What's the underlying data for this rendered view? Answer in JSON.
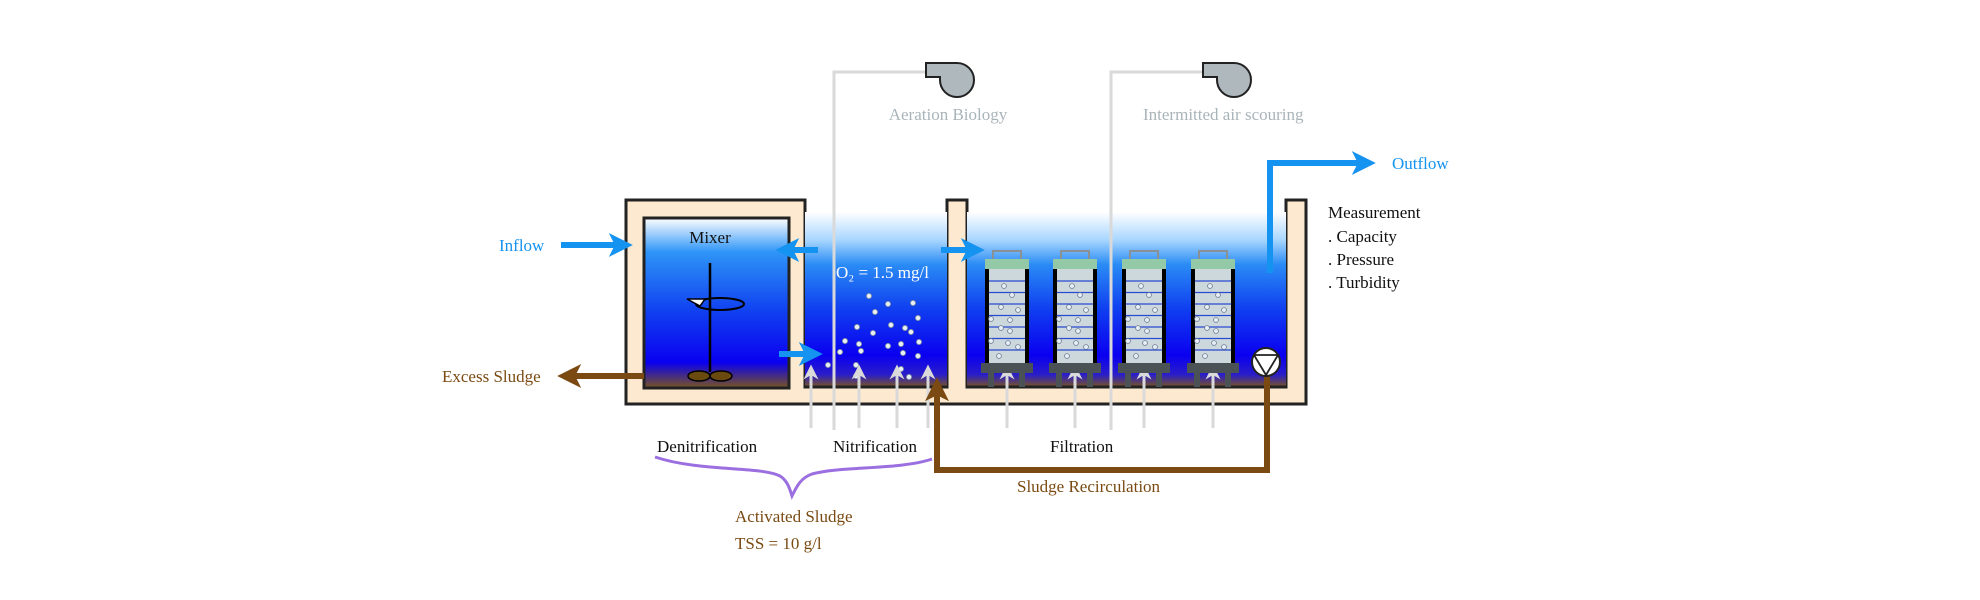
{
  "labels": {
    "inflow": "Inflow",
    "outflow": "Outflow",
    "excess_sludge": "Excess Sludge",
    "mixer": "Mixer",
    "oxygen": "O₂ = 1.5 mg/l",
    "aeration_biology": "Aeration Biology",
    "air_scouring": "Intermitted air scouring",
    "denitrification": "Denitrification",
    "nitrification": "Nitrification",
    "filtration": "Filtration",
    "sludge_recirculation": "Sludge Recirculation",
    "activated_sludge": "Activated Sludge",
    "tss": "TSS = 10 g/l"
  },
  "measurement": {
    "title": "Measurement",
    "items": [
      ". Capacity",
      ". Pressure",
      ". Turbidity"
    ]
  },
  "colors": {
    "water_flow": "#1593f0",
    "sludge": "#7a4a12",
    "air": "#d9d9d9",
    "tank_wall": "#fde9cf",
    "brace": "#9b6fe0",
    "filter_cap": "#93c9a6"
  },
  "icons": {
    "blower": "blower-icon",
    "pump": "pump-icon",
    "mixer": "mixer-icon",
    "membrane_filter": "membrane-filter-icon"
  },
  "filter_count": 4
}
